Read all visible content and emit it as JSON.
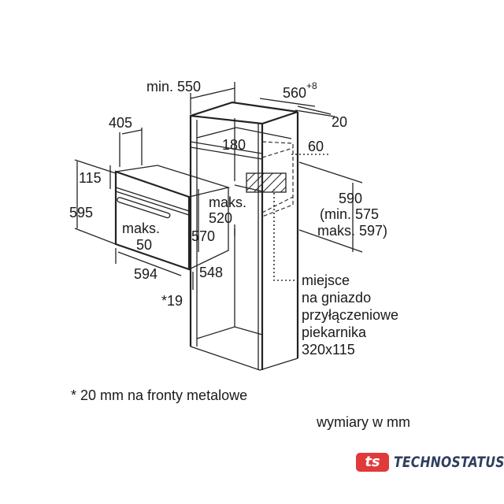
{
  "labels": {
    "min_550": "min. 550",
    "w_560": "560",
    "w_560_tol": "+8",
    "d_20": "20",
    "d_405": "405",
    "d_180": "180",
    "d_60": "60",
    "h_115": "115",
    "h_595": "595",
    "maks": "maks.",
    "d_520": "520",
    "maks_50_a": "maks.",
    "maks_50_b": "50",
    "d_570": "570",
    "h_590": "590",
    "h_590_min": "(min. 575",
    "h_590_max": "maks. 597)",
    "w_594": "594",
    "d_548": "548",
    "d_19": "*19",
    "socket_1": "miejsce",
    "socket_2": "na gniazdo",
    "socket_3": "przyłączeniowe",
    "socket_4": "piekarnika",
    "socket_5": "320x115",
    "footnote": "* 20 mm na fronty metalowe",
    "units": "wymiary w mm"
  },
  "logo": {
    "mark": "ts",
    "text": "TECHNOSTATUS",
    "color": "#e03a3a",
    "text_color": "#2f3e5e"
  }
}
